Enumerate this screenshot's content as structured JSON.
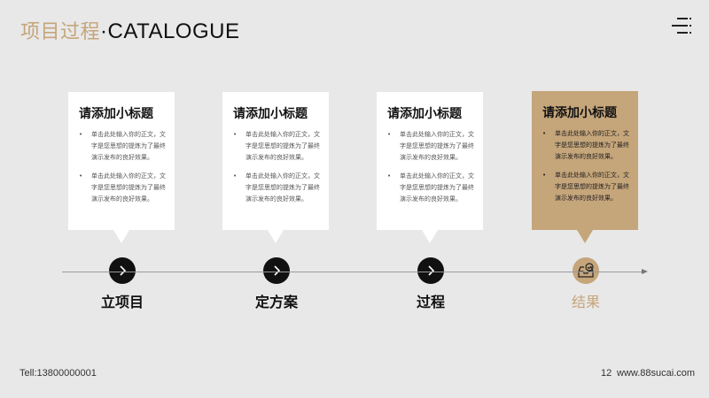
{
  "header": {
    "title_cn": "项目过程",
    "title_sep": "·",
    "title_en": "CATALOGUE"
  },
  "steps": [
    {
      "card_title": "请添加小标题",
      "bullets": [
        "单击此处输入你的正文，文字是您思想的提炼为了最终演示发布的良好效果。",
        "单击此处输入你的正文，文字是您思想的提炼为了最终演示发布的良好效果。"
      ],
      "label": "立项目",
      "icon": "chevron-right-icon"
    },
    {
      "card_title": "请添加小标题",
      "bullets": [
        "单击此处输入你的正文，文字是您思想的提炼为了最终演示发布的良好效果。",
        "单击此处输入你的正文，文字是您思想的提炼为了最终演示发布的良好效果。"
      ],
      "label": "定方案",
      "icon": "chevron-right-icon"
    },
    {
      "card_title": "请添加小标题",
      "bullets": [
        "单击此处输入你的正文，文字是您思想的提炼为了最终演示发布的良好效果。",
        "单击此处输入你的正文，文字是您思想的提炼为了最终演示发布的良好效果。"
      ],
      "label": "过程",
      "icon": "chevron-right-icon"
    },
    {
      "card_title": "请添加小标题",
      "bullets": [
        "单击此处输入你的正文，文字是您思想的提炼为了最终演示发布的良好效果。",
        "单击此处输入你的正文，文字是您思想的提炼为了最终演示发布的良好效果。"
      ],
      "label": "结果",
      "icon": "inbox-check-icon"
    }
  ],
  "footer": {
    "tel": "Tell:13800000001",
    "page": "12",
    "site": "www.88sucai.com"
  },
  "colors": {
    "accent": "#c5a57a",
    "background": "#e8e8e8",
    "dark": "#111111"
  }
}
